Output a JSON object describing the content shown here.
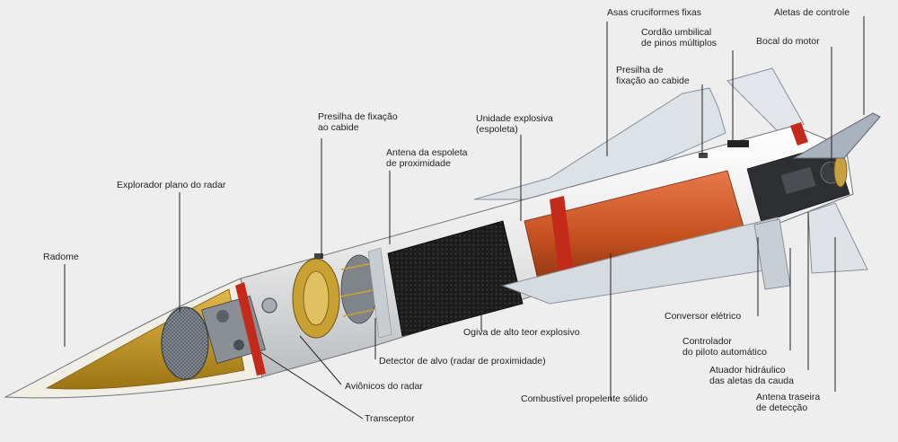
{
  "labels": {
    "radome": "Radome",
    "radar_scanner": "Explorador plano do radar",
    "clip_front": "Presilha de fixação\nao cabide",
    "fuze_antenna": "Antena da espoleta\nde proximidade",
    "explosive_unit": "Unidade explosiva\n(espoleta)",
    "fins": "Asas cruciformes fixas",
    "umbilical": "Cordão umbilical\nde pinos múltiplos",
    "clip_rear": "Presilha de\nfixação ao cabide",
    "control_fins": "Aletas de controle",
    "motor_nozzle": "Bocal do motor",
    "warhead": "Ogiva de alto teor explosivo",
    "target_detector": "Detector de alvo (radar de proximidade)",
    "radar_avionics": "Aviônicos do radar",
    "transceiver": "Transceptor",
    "solid_propellant": "Combustível propelente sólido",
    "converter": "Conversor elétrico",
    "autopilot": "Controlador\ndo piloto automático",
    "actuator": "Atuador hidráulico\ndas aletas da cauda",
    "rear_antenna": "Antena traseira\nde detecção"
  },
  "colors": {
    "background": "#eeeeee",
    "radome_yellow": "#c89a1c",
    "body_white": "#f4f4f4",
    "warhead_black": "#1c1c1c",
    "propellant_orange": "#c8501e",
    "band_red": "#c42a1a",
    "fin_gray": "#d6dbe0"
  }
}
